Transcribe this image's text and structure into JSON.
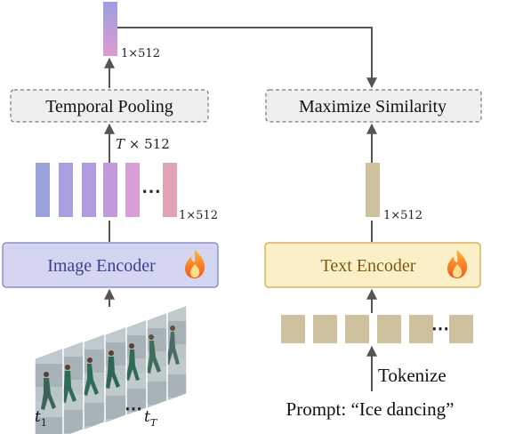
{
  "boxes": {
    "temporal_pooling": "Temporal Pooling",
    "maximize_similarity": "Maximize Similarity",
    "image_encoder": "Image Encoder",
    "text_encoder": "Text Encoder"
  },
  "dims": {
    "pooled": "1×512",
    "pool_input_prefix": "T",
    "pool_input_suffix": " × 512",
    "frame_feature": "1×512",
    "text_feature": "1×512"
  },
  "ellipsis": "⋯",
  "frames": {
    "first_base": "t",
    "first_sub": "1",
    "last_base": "t",
    "last_sub": "T"
  },
  "text_side": {
    "tokenize_label": "Tokenize",
    "prompt": "Prompt: “Ice dancing”"
  },
  "icons": [
    "fire-icon",
    "fire-icon"
  ],
  "colors": {
    "image_encoder_fill": "#d4d6f1",
    "image_encoder_border": "#8d90c9",
    "image_encoder_text": "#3b3f8f",
    "text_encoder_fill": "#fbefc8",
    "text_encoder_border": "#d7b45c",
    "text_encoder_text": "#7b5a12",
    "token_fill": "#cdc29d",
    "arrow": "#555555"
  }
}
